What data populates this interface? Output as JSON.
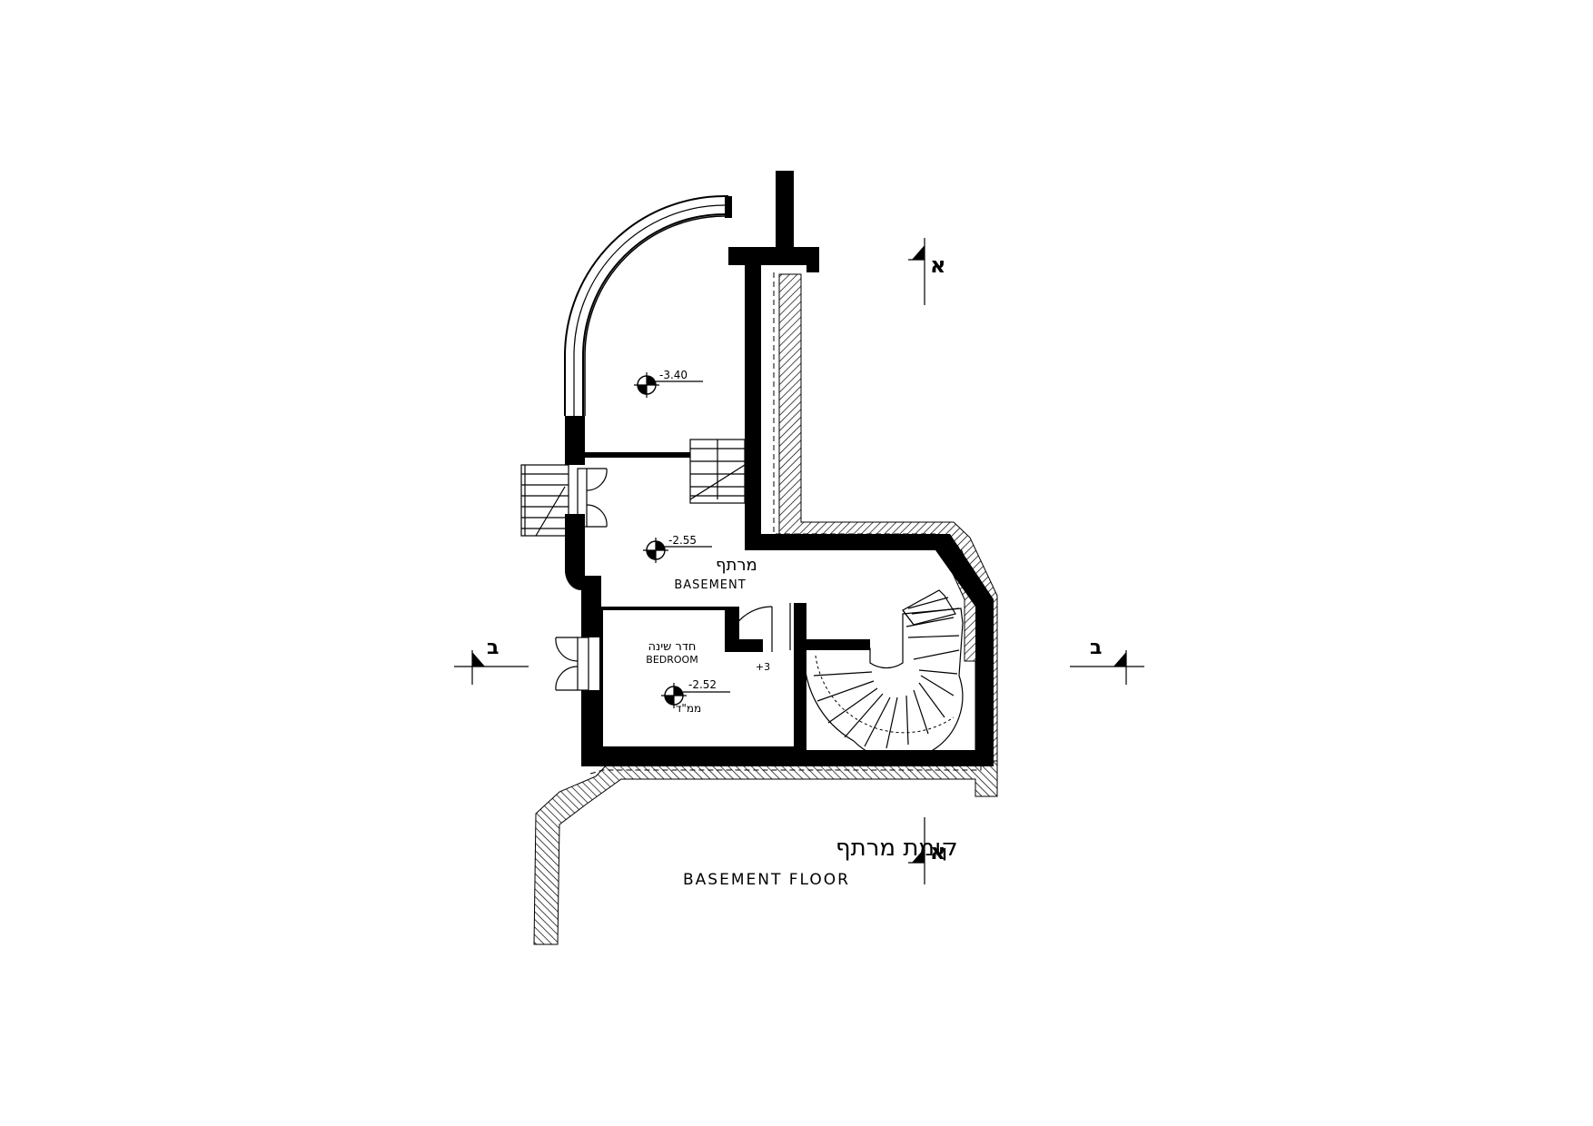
{
  "drawing": {
    "title_hebrew": "קומת מרתף",
    "title_english": "BASEMENT FLOOR"
  },
  "rooms": [
    {
      "id": "upper-room",
      "level": "-3.40"
    },
    {
      "id": "basement",
      "level": "-2.55",
      "name_hebrew": "מרתף",
      "name_english": "BASEMENT"
    },
    {
      "id": "bedroom",
      "level": "-2.52",
      "name_hebrew": "חדר שינה",
      "name_english": "BEDROOM",
      "note_hebrew": "ממ\"ד"
    }
  ],
  "door_step_label": "+3",
  "section_marks": {
    "a_label": "א",
    "b_label": "ב"
  }
}
